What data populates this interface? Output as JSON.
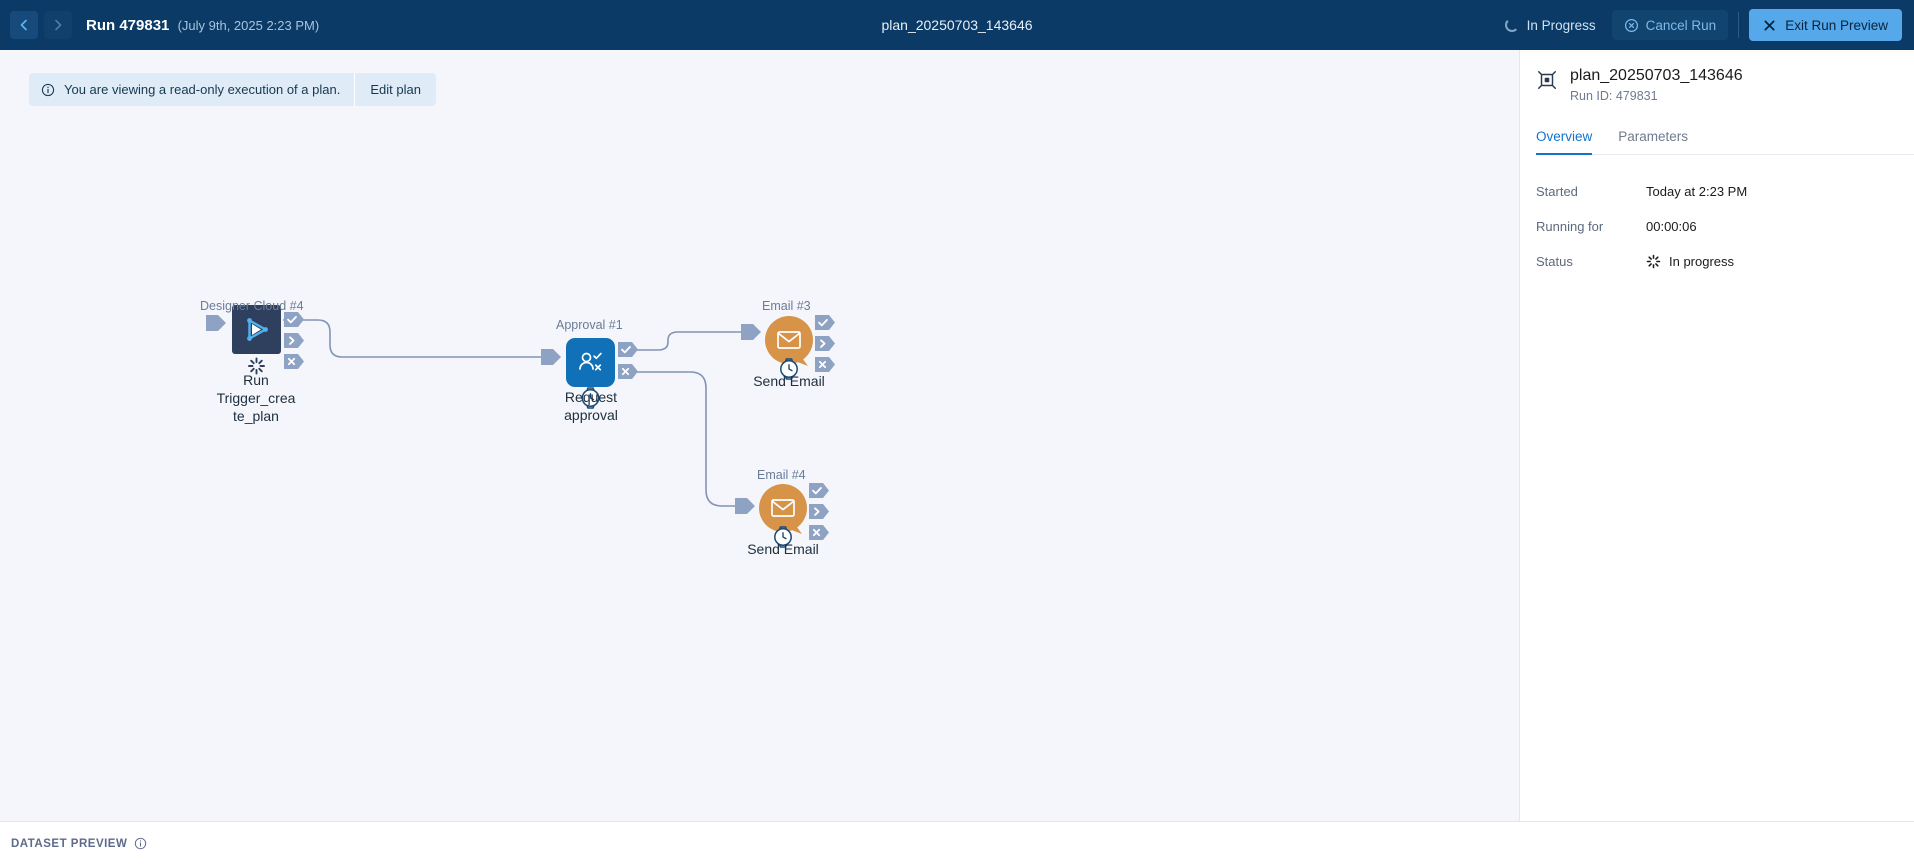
{
  "header": {
    "back_icon": "chevron-left-icon",
    "forward_icon": "chevron-right-icon",
    "run_label": "Run 479831",
    "run_date": "(July 9th, 2025 2:23 PM)",
    "plan_name": "plan_20250703_143646",
    "status_label": "In Progress",
    "status_icon": "spinner-icon",
    "cancel_label": "Cancel Run",
    "cancel_icon": "cancel-circle-icon",
    "exit_label": "Exit Run Preview",
    "exit_icon": "close-x-icon",
    "accent_blue": "#55a8ea",
    "bar_color": "#0a3a65"
  },
  "banner": {
    "icon": "info-circle-icon",
    "message": "You are viewing a read-only execution of a plan.",
    "action_label": "Edit plan"
  },
  "canvas": {
    "background": "#f4f6fb",
    "connector_color": "#8c9ec2",
    "nodes": [
      {
        "id": "designer-cloud-4",
        "header": "Designer Cloud #4",
        "title": "Run Trigger_create_plan",
        "title_lines": [
          "Run",
          "Trigger_crea",
          "te_plan"
        ],
        "shape": "square",
        "fill": "#2f3f5e",
        "icon": "designer-cloud-play-icon",
        "badge": "running-spinner-badge",
        "ports": [
          "check-port",
          "chevron-port",
          "x-port"
        ]
      },
      {
        "id": "approval-1",
        "header": "Approval #1",
        "title": "Request approval",
        "title_lines": [
          "Request",
          "approval"
        ],
        "shape": "rounded",
        "fill": "#1071b8",
        "icon": "user-approval-icon",
        "badge": "waiting-clock-badge",
        "ports": [
          "check-port",
          "x-port"
        ]
      },
      {
        "id": "email-3",
        "header": "Email #3",
        "title": "Send Email",
        "title_lines": [
          "Send Email"
        ],
        "shape": "bubble",
        "fill": "#d79449",
        "icon": "envelope-icon",
        "badge": "waiting-clock-badge",
        "ports": [
          "check-port",
          "chevron-port",
          "x-port"
        ]
      },
      {
        "id": "email-4",
        "header": "Email #4",
        "title": "Send Email",
        "title_lines": [
          "Send Email"
        ],
        "shape": "bubble",
        "fill": "#d79449",
        "icon": "envelope-icon",
        "badge": "waiting-clock-badge",
        "ports": [
          "check-port",
          "chevron-port",
          "x-port"
        ]
      }
    ],
    "edges": [
      {
        "from": "designer-cloud-4",
        "to": "approval-1"
      },
      {
        "from": "approval-1",
        "to": "email-3"
      },
      {
        "from": "approval-1",
        "to": "email-4"
      }
    ]
  },
  "sidebar": {
    "icon": "plan-node-icon",
    "plan_name": "plan_20250703_143646",
    "run_id": "Run ID: 479831",
    "tabs": [
      {
        "label": "Overview",
        "active": true
      },
      {
        "label": "Parameters",
        "active": false
      }
    ],
    "rows": [
      {
        "label": "Started",
        "value": "Today at 2:23 PM",
        "icon": ""
      },
      {
        "label": "Running for",
        "value": "00:00:06",
        "icon": ""
      },
      {
        "label": "Status",
        "value": "In progress",
        "icon": "burst-spinner-icon"
      }
    ],
    "active_tab_color": "#1273cd"
  },
  "bottom": {
    "label": "DATASET PREVIEW",
    "info_icon": "info-circle-icon"
  }
}
